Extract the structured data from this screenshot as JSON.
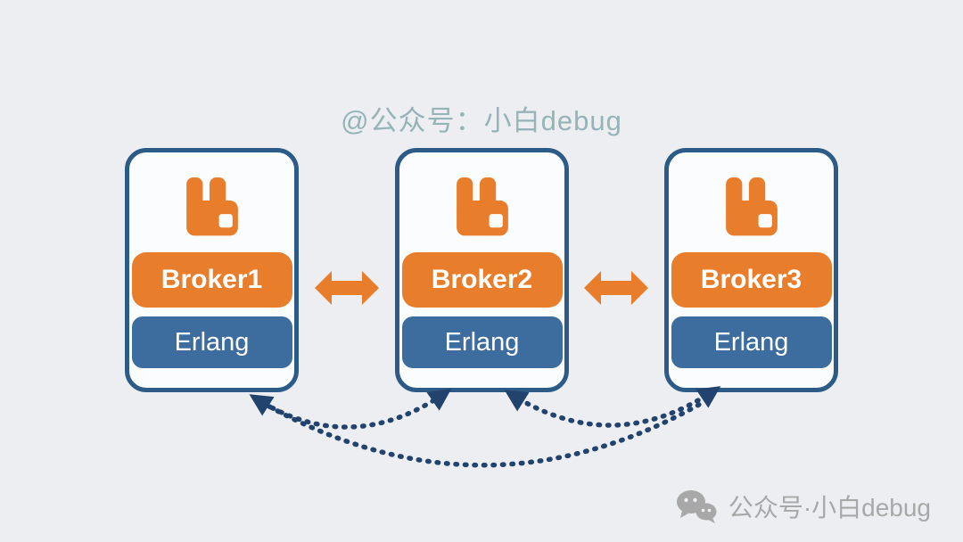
{
  "watermarks": {
    "top": "@公众号：小白debug",
    "bottom": "公众号·小白debug"
  },
  "brokers": [
    {
      "label": "Broker1",
      "runtime": "Erlang"
    },
    {
      "label": "Broker2",
      "runtime": "Erlang"
    },
    {
      "label": "Broker3",
      "runtime": "Erlang"
    }
  ],
  "icons": {
    "node_logo": "rabbitmq-logo",
    "link": "double-arrow-icon",
    "bottom_mark": "wechat-icon"
  },
  "colors": {
    "background": "#ECEEF1",
    "card-border": "#2D5B88",
    "card-bg": "#FBFCFD",
    "orange": "#E87E2B",
    "blue": "#3C6D9E",
    "dotted": "#22436E",
    "wm-top": "#96B4B8",
    "wm-bottom": "#A8A8A8"
  }
}
